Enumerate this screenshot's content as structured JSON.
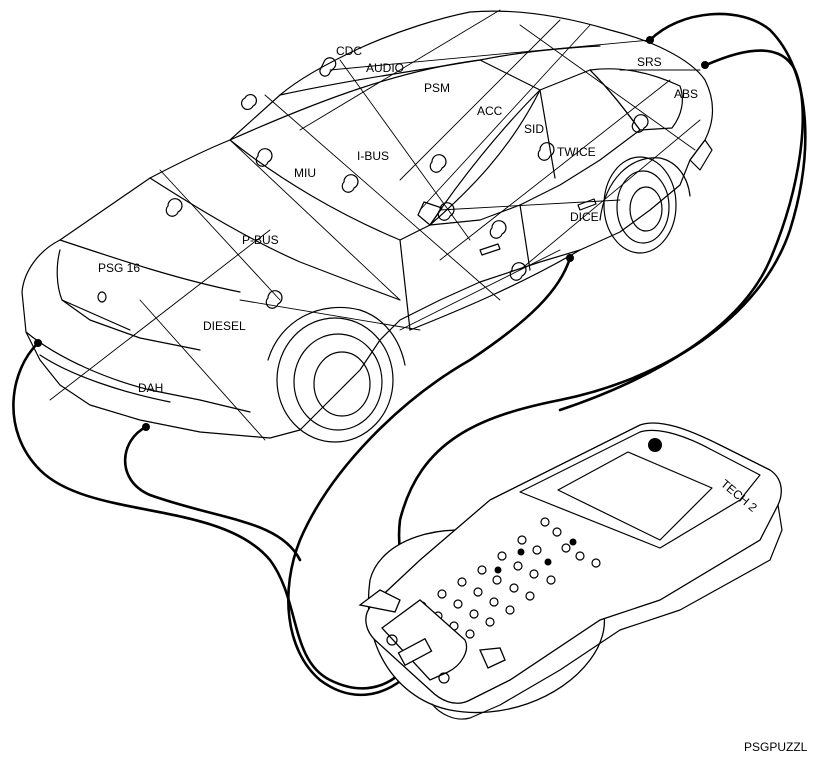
{
  "diagram": {
    "modules": {
      "cdc": "CDC",
      "audio": "AUDIO",
      "psm": "PSM",
      "acc": "ACC",
      "sid": "SID",
      "twice": "TWICE",
      "srs": "SRS",
      "abs": "ABS",
      "miu": "MIU",
      "ibus": "I-BUS",
      "dice": "DICE",
      "psg16": "PSG 16",
      "pbus": "P-BUS",
      "diesel": "DIESEL",
      "dah": "DAH"
    },
    "tester_brand": "TECH 2",
    "figure_code": "PSGPUZZL"
  }
}
